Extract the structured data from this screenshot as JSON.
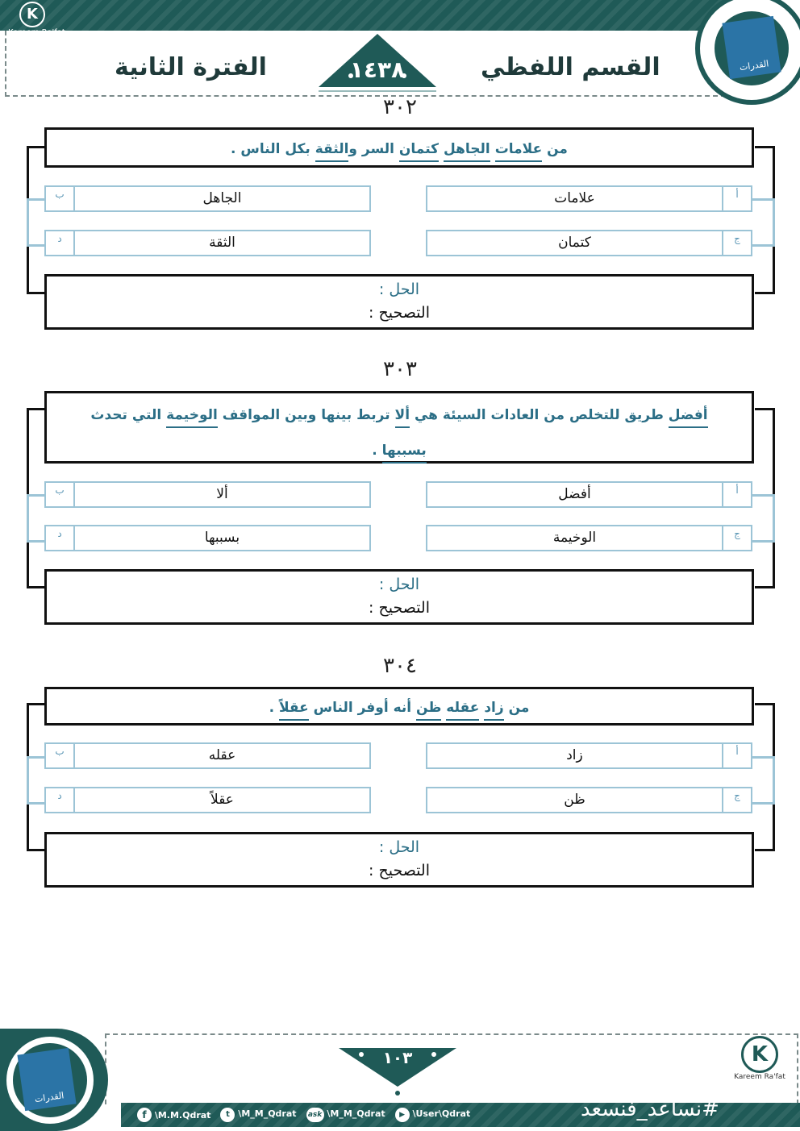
{
  "header": {
    "section_title": "القسم اللفظي",
    "period_title": "الفترة الثانية",
    "year": "١٤٣٨",
    "logo_text": "Kareem Ra'fat",
    "logo_letter": "K",
    "brand_text": "القدرات"
  },
  "questions": [
    {
      "number": "٣٠٢",
      "sentence": [
        {
          "t": "من "
        },
        {
          "t": "علامات",
          "u": true
        },
        {
          "t": " "
        },
        {
          "t": "الجاهل",
          "u": true
        },
        {
          "t": " "
        },
        {
          "t": "كتمان",
          "u": true
        },
        {
          "t": " السر و"
        },
        {
          "t": "الثقة",
          "u": true
        },
        {
          "t": " بكل الناس ."
        }
      ],
      "options": {
        "a": {
          "letter": "أ",
          "text": "علامات"
        },
        "b": {
          "letter": "ب",
          "text": "الجاهل"
        },
        "c": {
          "letter": "ج",
          "text": "كتمان"
        },
        "d": {
          "letter": "د",
          "text": "الثقة"
        }
      },
      "solution_label": "الحل :",
      "correction_label": "التصحيح :"
    },
    {
      "number": "٣٠٣",
      "sentence": [
        {
          "t": "أفضل",
          "u": true
        },
        {
          "t": " طريق للتخلص من العادات السيئة هي "
        },
        {
          "t": "ألا",
          "u": true
        },
        {
          "t": " تربط بينها وبين المواقف "
        },
        {
          "t": "الوخيمة",
          "u": true
        },
        {
          "t": " التي تحدث "
        },
        {
          "t": "بسببها",
          "u": true
        },
        {
          "t": " ."
        }
      ],
      "options": {
        "a": {
          "letter": "أ",
          "text": "أفضل"
        },
        "b": {
          "letter": "ب",
          "text": "ألا"
        },
        "c": {
          "letter": "ج",
          "text": "الوخيمة"
        },
        "d": {
          "letter": "د",
          "text": "بسببها"
        }
      },
      "solution_label": "الحل :",
      "correction_label": "التصحيح :"
    },
    {
      "number": "٣٠٤",
      "sentence": [
        {
          "t": "من "
        },
        {
          "t": "زاد",
          "u": true
        },
        {
          "t": " "
        },
        {
          "t": "عقله",
          "u": true
        },
        {
          "t": " "
        },
        {
          "t": "ظن",
          "u": true
        },
        {
          "t": " أنه أوفر الناس "
        },
        {
          "t": "عقلاً",
          "u": true
        },
        {
          "t": " ."
        }
      ],
      "options": {
        "a": {
          "letter": "أ",
          "text": "زاد"
        },
        "b": {
          "letter": "ب",
          "text": "عقله"
        },
        "c": {
          "letter": "ج",
          "text": "ظن"
        },
        "d": {
          "letter": "د",
          "text": "عقلاً"
        }
      },
      "solution_label": "الحل :",
      "correction_label": "التصحيح :"
    }
  ],
  "footer": {
    "page_number": "١٠٣",
    "hashtag": "#نساعد_فنسعد",
    "socials": [
      {
        "icon": "facebook-icon",
        "text": "\\M.M.Qdrat"
      },
      {
        "icon": "twitter-icon",
        "text": "\\M_M_Qdrat"
      },
      {
        "icon": "ask-icon",
        "text": "\\M_M_Qdrat"
      },
      {
        "icon": "youtube-icon",
        "text": "\\User\\Qdrat"
      }
    ],
    "logo_text": "Kareem Ra'fat",
    "logo_letter": "K",
    "brand_text": "القدرات"
  }
}
